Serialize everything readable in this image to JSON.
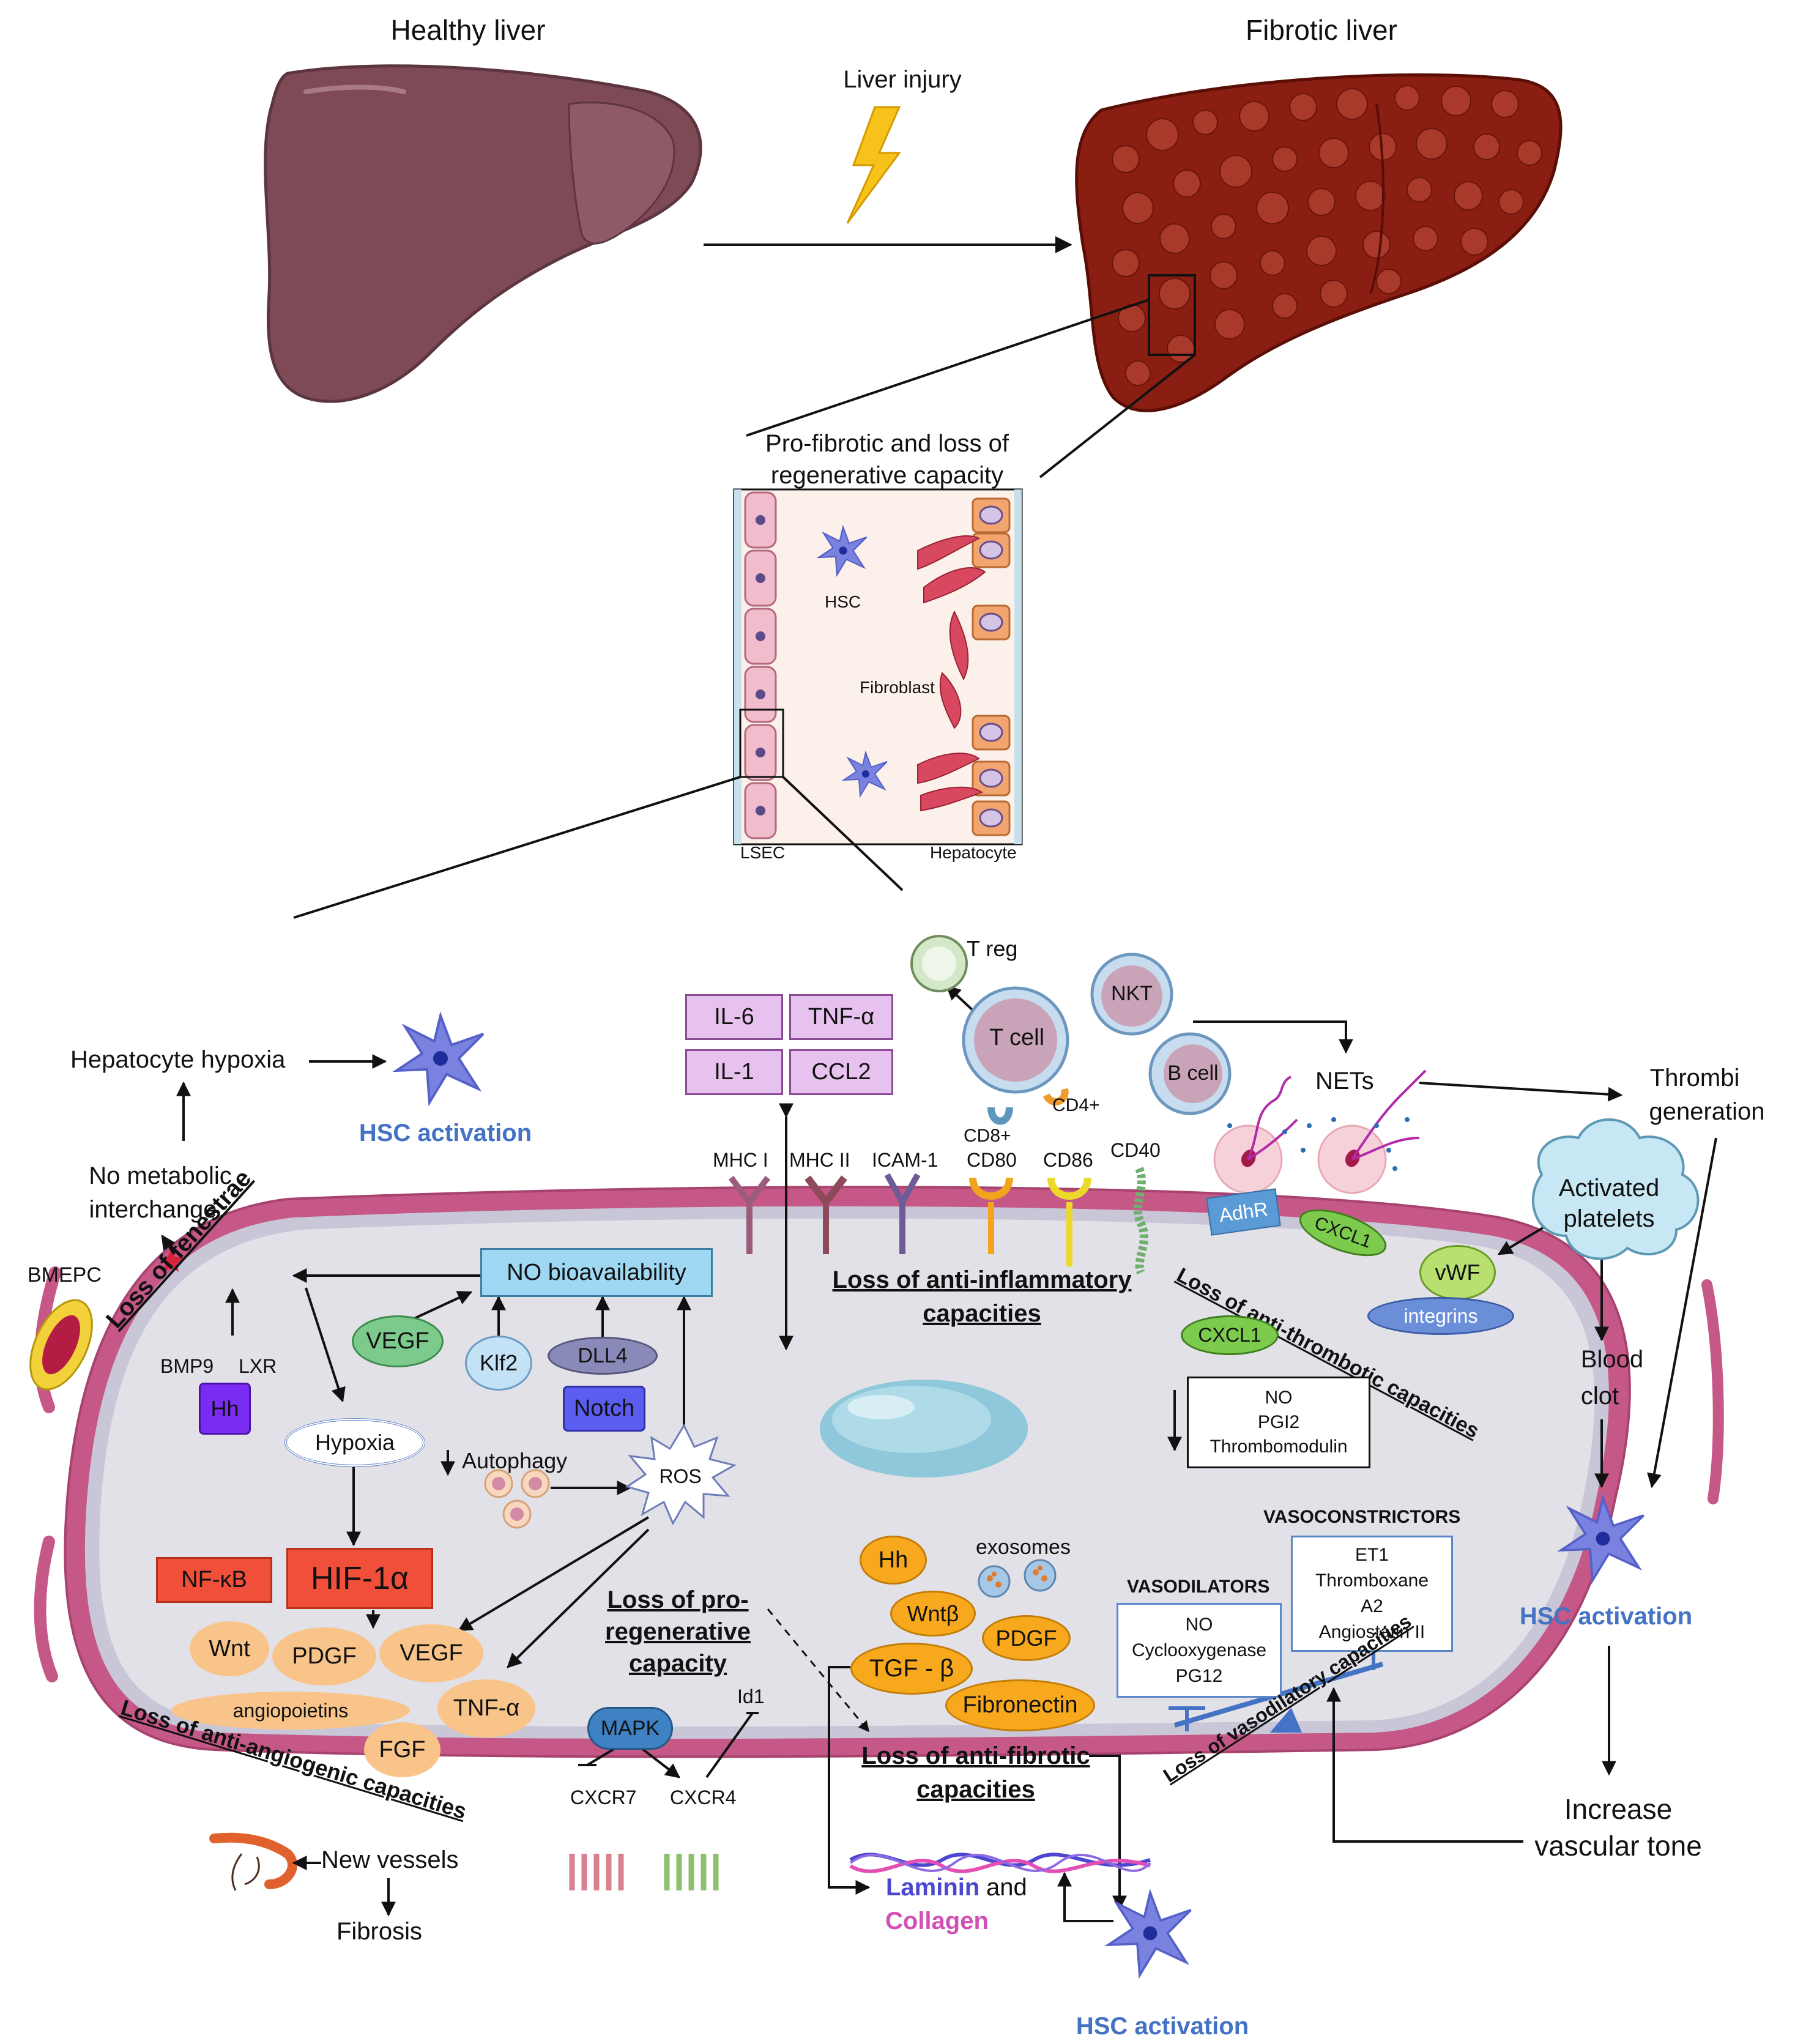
{
  "top": {
    "healthy": "Healthy liver",
    "fibrotic": "Fibrotic liver",
    "injury": "Liver injury",
    "profibrotic_line1": "Pro-fibrotic and loss of",
    "profibrotic_line2": "regenerative capacity"
  },
  "inset": {
    "hsc": "HSC",
    "fibroblast": "Fibroblast",
    "lsec": "LSEC",
    "hepatocyte": "Hepatocyte"
  },
  "left": {
    "hypoxia_hep": "Hepatocyte hypoxia",
    "hsc_activation": "HSC activation",
    "no_metabolic_1": "No metabolic",
    "no_metabolic_2": "interchange",
    "bmepc": "BMEPC",
    "loss_fenestrae": "Loss of fenestrae",
    "bmp9": "BMP9",
    "lxr": "LXR",
    "hh": "Hh",
    "hypoxia": "Hypoxia",
    "nfkb": "NF-κB",
    "hif": "HIF-1α",
    "wnt": "Wnt",
    "pdgf": "PDGF",
    "vegf": "VEGF",
    "angiopoietins": "angiopoietins",
    "tnf": "TNF-α",
    "fgf": "FGF",
    "loss_angio": "Loss of anti-angiogenic capacities",
    "new_vessels": "New vessels",
    "fibrosis": "Fibrosis"
  },
  "center": {
    "no_bio": "NO bioavailability",
    "vegf": "VEGF",
    "klf2": "Klf2",
    "dll4": "DLL4",
    "notch": "Notch",
    "autophagy": "Autophagy",
    "ros": "ROS",
    "loss_prog_1": "Loss of pro-",
    "loss_prog_2": "regenerative",
    "loss_prog_3": "capacity",
    "mapk": "MAPK",
    "id1": "Id1",
    "cxcr7": "CXCR7",
    "cxcr4": "CXCR4"
  },
  "cytokines": [
    "IL-6",
    "TNF-α",
    "IL-1",
    "CCL2"
  ],
  "immune": {
    "treg": "T reg",
    "tcell": "T cell",
    "nkt": "NKT",
    "bcell": "B cell",
    "cd8": "CD8+",
    "cd4": "CD4+",
    "nets": "NETs",
    "thrombi_1": "Thrombi",
    "thrombi_2": "generation"
  },
  "receptors": [
    "MHC I",
    "MHC II",
    "ICAM-1",
    "CD80",
    "CD86",
    "CD40"
  ],
  "loss_inflam_1": "Loss of anti-inflammatory",
  "loss_inflam_2": "capacities",
  "right": {
    "adhr": "AdhR",
    "cxcl1": "CXCL1",
    "activated_1": "Activated",
    "activated_2": "platelets",
    "vwf": "vWF",
    "integrins": "integrins",
    "loss_thrombo": "Loss of anti-thrombotic capacities",
    "no": "NO",
    "pgi2": "PGI2",
    "thrombomodulin": "Thrombomodulin",
    "blood_1": "Blood",
    "blood_2": "clot",
    "hsc_activation": "HSC activation",
    "increase_1": "Increase",
    "increase_2": "vascular tone",
    "vasoconstrictors": "VASOCONSTRICTORS",
    "vc_items": [
      "ET1",
      "Thromboxane",
      "A2",
      "Angiostatin II"
    ],
    "vasodilators": "VASODILATORS",
    "vd_items": [
      "NO",
      "Cyclooxygenase",
      "PG12"
    ],
    "loss_vaso": "Loss of vasodilatory capacities"
  },
  "fibrotic": {
    "hh": "Hh",
    "exosomes": "exosomes",
    "wnt": "Wntβ",
    "pdgf": "PDGF",
    "tgf": "TGF - β",
    "fibronectin": "Fibronectin",
    "loss_fib_1": "Loss of anti-fibrotic",
    "loss_fib_2": "capacities",
    "laminin": "Laminin",
    "and": "and",
    "collagen": "Collagen",
    "hsc_activation": "HSC activation"
  },
  "colors": {
    "liver_healthy": "#7E4A55",
    "liver_fibrotic": "#8A1E12",
    "membrane": "#C0587E",
    "cell_fill": "#E2E1E8",
    "hsc_blue": "#6B74D8",
    "label_blue": "#4472C4"
  }
}
